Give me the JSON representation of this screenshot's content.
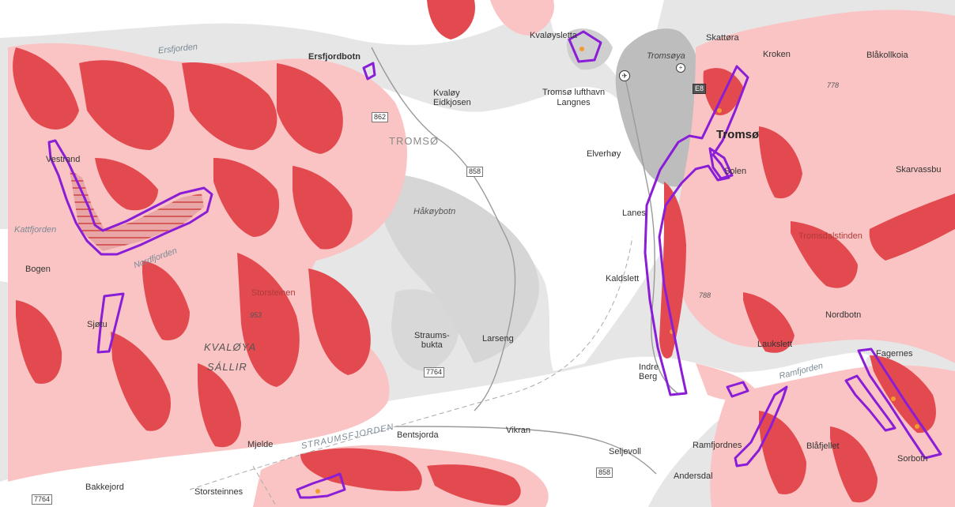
{
  "map": {
    "colors": {
      "background": "#e6e6e6",
      "sea": "#ffffff",
      "hazard_zone": "#fbc4c4",
      "hazard_high": "#e34a4f",
      "runout": "#f29a2e",
      "polygon_outline": "#8a1dd6",
      "hatch": "#c41a1a",
      "urban": "#b9b9b9"
    },
    "place_labels": {
      "ersfjordbotn": "Ersfjordbotn",
      "kvaloysletta": "Kvaløysletta",
      "skattora": "Skattøra",
      "kroken": "Kroken",
      "blakollkoia": "Blåkollkoia",
      "kvaloy_eidkjosen": "Kvaløy\nEidkjosen",
      "tromso_lufthavn": "Tromsø lufthavn\nLangnes",
      "tromso": "Tromsø",
      "tromsoya": "Tromsøya",
      "elverhoy": "Elverhøy",
      "skarvassbu": "Skarvassbu",
      "vestrand": "Vestrand",
      "hakoybotn": "Håkøybotn",
      "lanes": "Lanes",
      "tromsdalstinden": "Tromsdalstinden",
      "bogen": "Bogen",
      "kaldslett": "Kaldslett",
      "sjotu": "Sjøtu",
      "storstein": "Storsteinen",
      "nordbotn": "Nordbotn",
      "straumsbukta": "Straums-\nbukta",
      "larseng": "Larseng",
      "laukslett": "Laukslett",
      "fagernes": "Fagernes",
      "indre_berg": "Indre\nBerg",
      "ramfjordnes": "Ramfjordnes",
      "blafjellet": "Blåfjellet",
      "sorbotn": "Sorbotn",
      "bentsjorda": "Bentsjorda",
      "vikran": "Vikran",
      "mjelde": "Mjelde",
      "seljevoll": "Seljevoll",
      "andersdal": "Andersdal",
      "bakkejord": "Bakkejord",
      "storsteinnes": "Storsteinnes",
      "solen": "Solen"
    },
    "water_labels": {
      "ersfjorden": "Ersfjorden",
      "kattfjorden": "Kattfjorden",
      "nordfjorden": "Nordfjorden",
      "straumsfjorden": "STRAUMSFJORDEN",
      "ramfjorden": "Ramfjorden"
    },
    "area_labels": {
      "kvaloya": "KVALØYA",
      "sallir": "SÁLLIR",
      "tromso_muni": "TROMSØ"
    },
    "peak_labels": {
      "p778": "778",
      "p788": "788",
      "p953": "953"
    },
    "road_shields": {
      "r862": "862",
      "r858a": "858",
      "r858b": "858",
      "r7764a": "7764",
      "r7764b": "7764",
      "e8": "E8"
    }
  }
}
